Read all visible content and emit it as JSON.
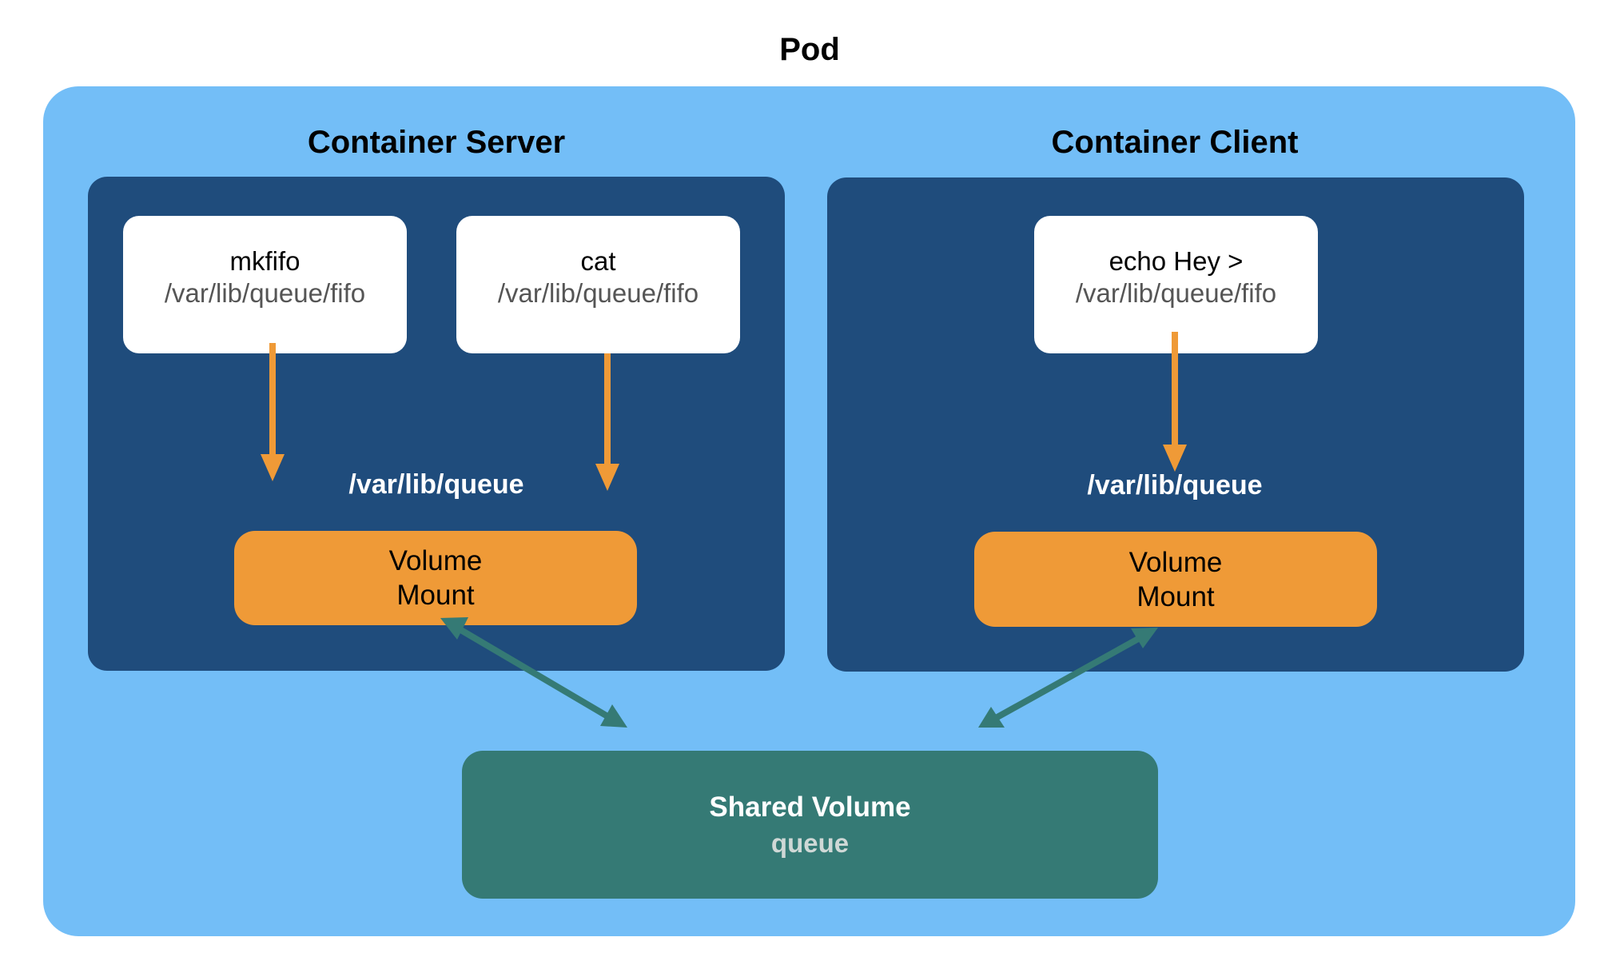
{
  "pod": {
    "title": "Pod"
  },
  "containers": {
    "server": {
      "title": "Container Server",
      "commands": [
        {
          "command": "mkfifo",
          "path": "/var/lib/queue/fifo"
        },
        {
          "command": "cat",
          "path": "/var/lib/queue/fifo"
        }
      ],
      "mount_path": "/var/lib/queue",
      "volume_mount": {
        "line1": "Volume",
        "line2": "Mount"
      }
    },
    "client": {
      "title": "Container Client",
      "commands": [
        {
          "command": "echo Hey >",
          "path": "/var/lib/queue/fifo"
        }
      ],
      "mount_path": "/var/lib/queue",
      "volume_mount": {
        "line1": "Volume",
        "line2": "Mount"
      }
    }
  },
  "shared_volume": {
    "title": "Shared Volume",
    "name": "queue"
  },
  "colors": {
    "pod_bg": "#73bef7",
    "container_bg": "#1f4c7c",
    "volume_mount": "#ef9a37",
    "shared_volume": "#357a75",
    "arrow_orange": "#ef9a37",
    "arrow_teal": "#357a75"
  }
}
